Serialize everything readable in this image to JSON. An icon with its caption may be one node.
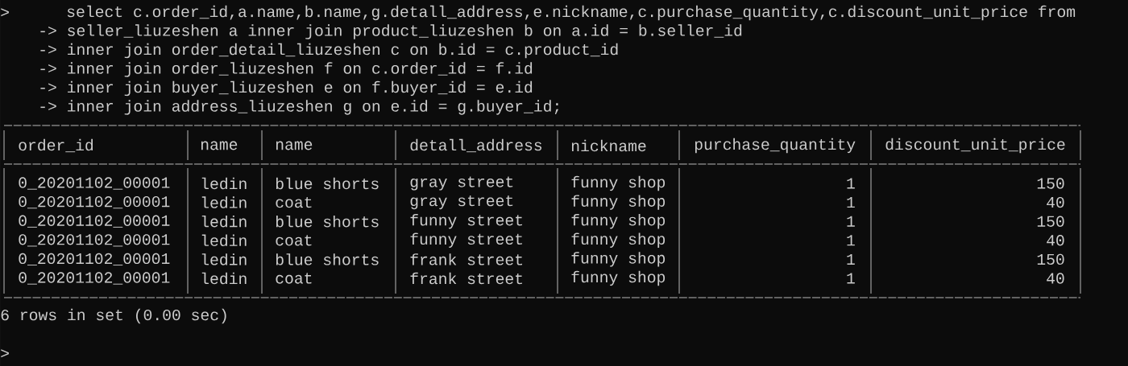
{
  "diagram": {
    "labels": [
      ">",
      "select c.order_id,a.name,b.name,g.detall_address,e.nickname,c.purchase_quantity,c.discount_unit_price from",
      "-> seller_liuzeshen a inner join product_liuzeshen b on a.id = b.seller_id",
      "-> inner join order_detail_liuzeshen c on b.id = c.product_id",
      "-> inner join order_liuzeshen f on c.order_id = f.id",
      "-> inner join buyer_liuzeshen e on f.buyer_id = e.id",
      "-> inner join address_liuzeshen g on e.id = g.buyer_id;",
      "order_id",
      "name",
      "name",
      "detall_address",
      "nickname",
      "purchase_quantity",
      "discount_unit_price",
      "0_20201102_00001",
      "ledin",
      "blue shorts",
      "gray street",
      "funny shop",
      "1",
      "150",
      "0_20201102_00001",
      "ledin",
      "coat",
      "gray street",
      "funny shop",
      "1",
      "40",
      "0_20201102_00001",
      "ledin",
      "blue shorts",
      "funny street",
      "funny shop",
      "1",
      "150",
      "0_20201102_00001",
      "ledin",
      "coat",
      "funny street",
      "funny shop",
      "1",
      "40",
      "0_20201102_00001",
      "ledin",
      "blue shorts",
      "frank street",
      "funny shop",
      "1",
      "150",
      "0_20201102_00001",
      "ledin",
      "coat",
      "frank street",
      "funny shop",
      "1",
      "40",
      "6 rows in set (0.00 sec)",
      ">"
    ]
  }
}
